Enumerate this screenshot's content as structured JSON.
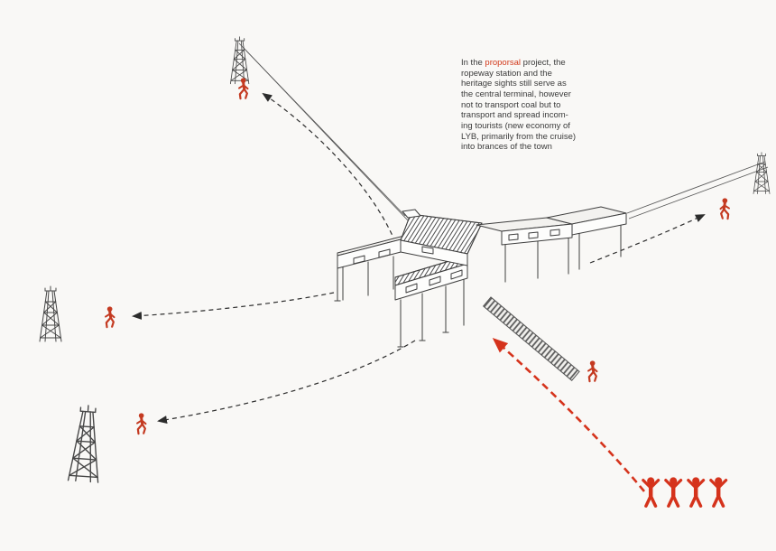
{
  "background": "#f9f8f6",
  "annotation": {
    "intro": "In the ",
    "highlight": "proporsal",
    "after_highlight": " project, the",
    "body": "ropeway station and the\nheritage sights still serve as\nthe central terminal, however\nnot to transport coal but to\ntransport and spread incom-\ning tourists (new economy of\nLYB, primarily from the cruise)\ninto brances of the town",
    "highlight_color": "#d23a1c",
    "text_color": "#3b3b3b"
  },
  "diagram": {
    "accent_red": "#c43a21",
    "group_red": "#d5331c",
    "line_color": "#3f3f3f",
    "dash_color": "#2c2c2c",
    "hatch_color": "#4c4c4c",
    "icons": {
      "ropeway_tower": "lattice-pylon-line-drawing",
      "walking_person": "red-walking-figure",
      "cheering_person": "red-figure-arms-raised",
      "station": "isometric-ropeway-central-terminal",
      "walkway": "hatched-gangway-bar",
      "tourist_flow": "red-dashed-arrow",
      "spread_route": "black-dashed-arrow"
    },
    "counts": {
      "towers": 4,
      "walking_figures": 5,
      "cheering_figures": 4,
      "dashed_routes": 4,
      "tourist_arrows": 1
    }
  }
}
